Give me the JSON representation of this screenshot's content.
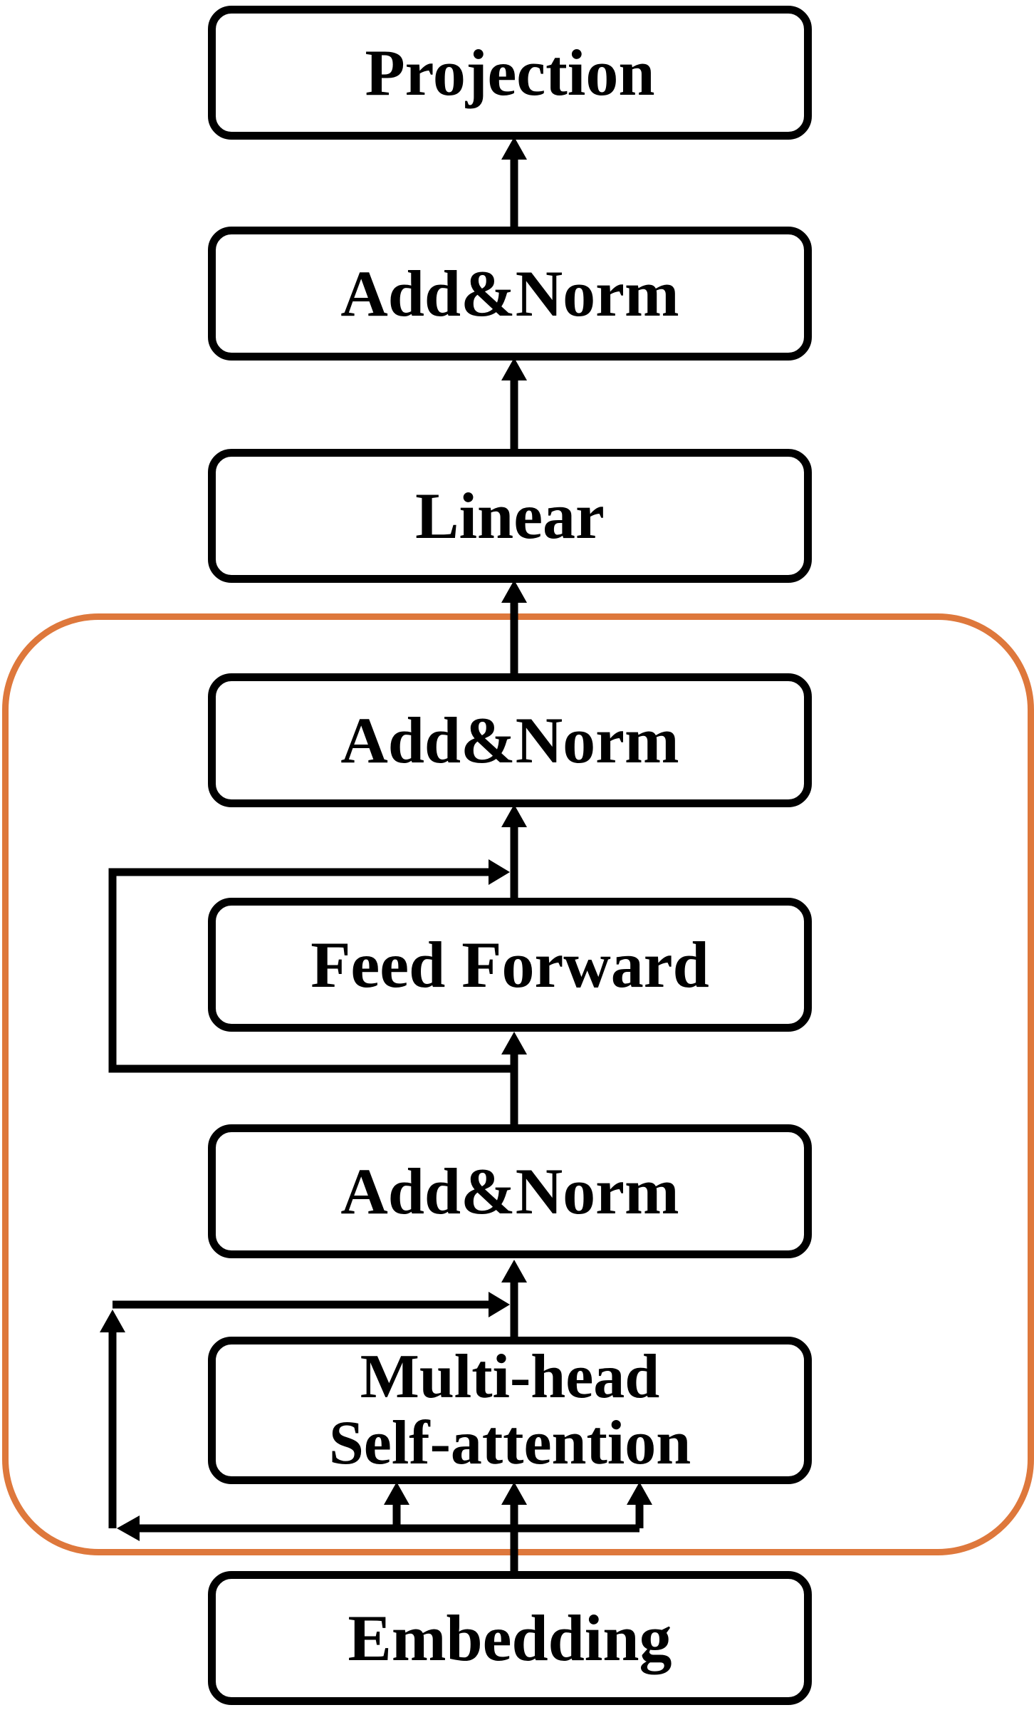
{
  "title": "Transformer encoder architecture diagram",
  "colors": {
    "background": "#ffffff",
    "box_fill": "#ffffff",
    "box_border": "#000000",
    "text": "#000000",
    "arrow": "#000000",
    "encoder_outline": "#DE783C"
  },
  "boxes": {
    "projection": {
      "label": "Projection"
    },
    "add_norm_top": {
      "label": "Add&Norm"
    },
    "linear": {
      "label": "Linear"
    },
    "add_norm_mid": {
      "label": "Add&Norm"
    },
    "feed_forward": {
      "label": "Feed Forward"
    },
    "add_norm_bottom": {
      "label": "Add&Norm"
    },
    "multi_head": {
      "line1": "Multi-head",
      "line2": "Self-attention"
    },
    "embedding": {
      "label": "Embedding"
    }
  },
  "connections": [
    {
      "from": "embedding",
      "to": "multi_head",
      "style": "three parallel up arrows"
    },
    {
      "from": "multi_head",
      "to": "add_norm_bottom",
      "style": "up arrow"
    },
    {
      "from": "multi_head_input",
      "to": "add_norm_bottom_input",
      "style": "residual skip loop on left"
    },
    {
      "from": "add_norm_bottom",
      "to": "feed_forward",
      "style": "up arrow"
    },
    {
      "from": "feed_forward_input",
      "to": "add_norm_mid_input",
      "style": "residual skip loop on left"
    },
    {
      "from": "feed_forward",
      "to": "add_norm_mid",
      "style": "up arrow"
    },
    {
      "from": "add_norm_mid",
      "to": "linear",
      "style": "up arrow"
    },
    {
      "from": "linear",
      "to": "add_norm_top",
      "style": "up arrow"
    },
    {
      "from": "add_norm_top",
      "to": "projection",
      "style": "up arrow"
    }
  ],
  "groups": [
    {
      "name": "encoder-block",
      "outline_color": "#DE783C",
      "members": [
        "add_norm_mid",
        "feed_forward",
        "add_norm_bottom",
        "multi_head"
      ]
    }
  ]
}
